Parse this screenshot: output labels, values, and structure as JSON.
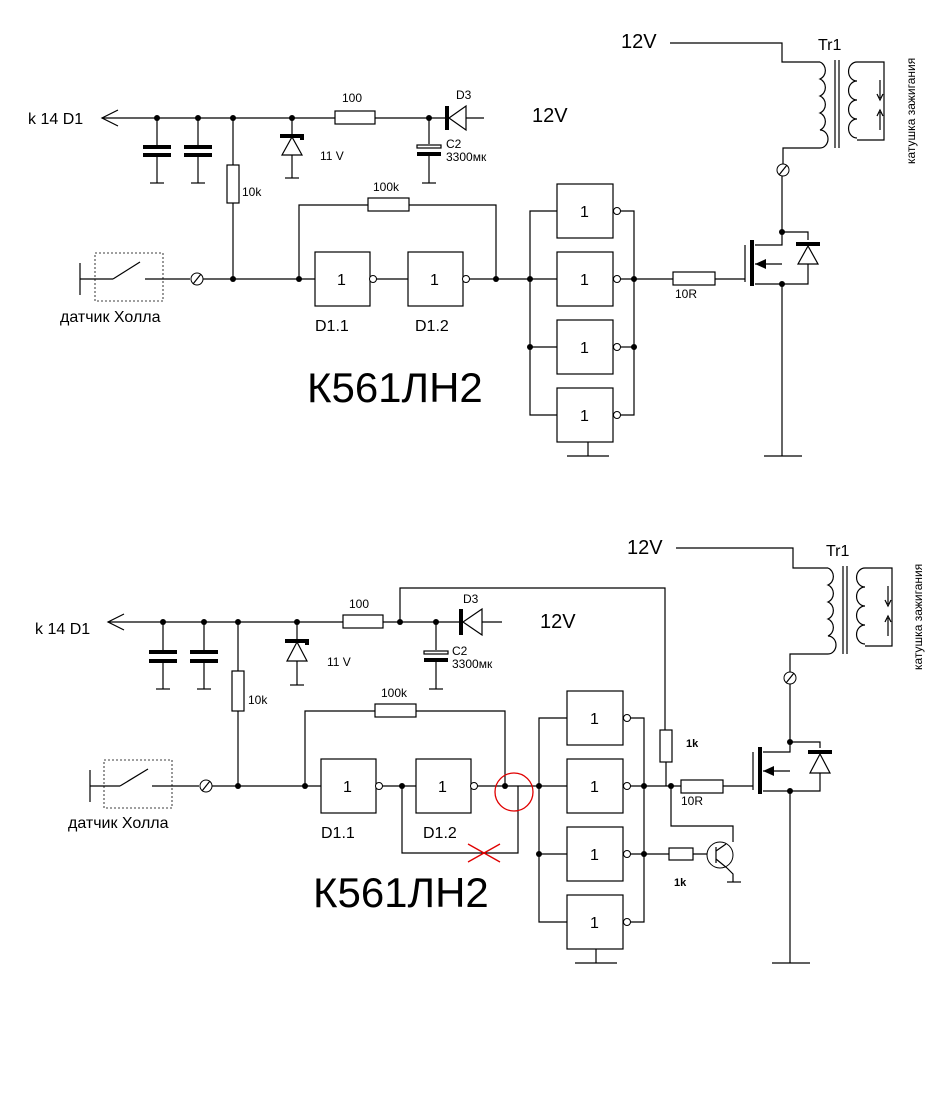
{
  "top": {
    "supply_label": "12V",
    "d3_supply_label": "12V",
    "output_label": "k 14 D1",
    "chip_label": "К561ЛН2",
    "sensor_label": "датчик Холла",
    "transformer_label": "Tr1",
    "coil_label": "катушка зажигания",
    "r_series": "100",
    "r_pullup": "10k",
    "r_feedback": "100k",
    "r_gate": "10R",
    "zener_label": "11 V",
    "cap_name": "C2",
    "cap_value": "3300мк",
    "diode_label": "D3",
    "gate_d11": "D1.1",
    "gate_d12": "D1.2",
    "gate_symbol": "1"
  },
  "bottom": {
    "supply_label": "12V",
    "d3_supply_label": "12V",
    "output_label": "k 14 D1",
    "chip_label": "К561ЛН2",
    "sensor_label": "датчик Холла",
    "transformer_label": "Tr1",
    "coil_label": "катушка зажигания",
    "r_series": "100",
    "r_pullup": "10k",
    "r_feedback": "100k",
    "r_gate": "10R",
    "r_1k_top": "1k",
    "r_1k_bottom": "1k",
    "zener_label": "11 V",
    "cap_name": "C2",
    "cap_value": "3300мк",
    "diode_label": "D3",
    "gate_d11": "D1.1",
    "gate_d12": "D1.2",
    "gate_symbol": "1"
  },
  "colors": {
    "wire": "#000000",
    "annotation": "#e00000",
    "background": "#ffffff"
  }
}
